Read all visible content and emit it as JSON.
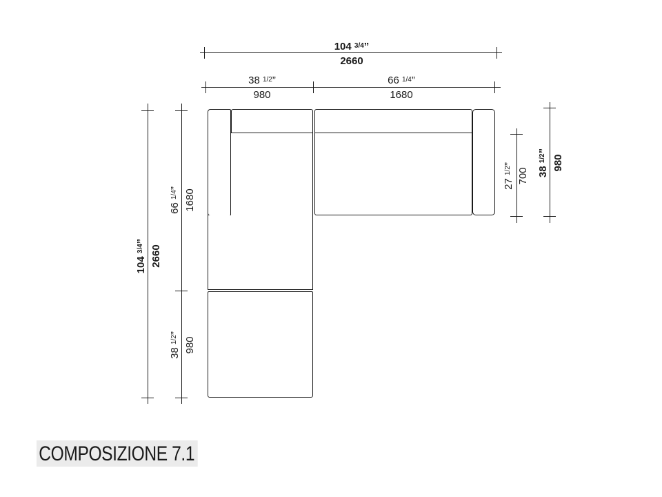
{
  "diagram": {
    "title": "COMPOSIZIONE 7.1",
    "units": {
      "metric": "mm",
      "imperial": "inches"
    },
    "dimensions": {
      "top_total": {
        "inches_whole": "104",
        "inches_frac": "3/4",
        "mm": "2660"
      },
      "top_left": {
        "inches_whole": "38",
        "inches_frac": "1/2",
        "mm": "980"
      },
      "top_right": {
        "inches_whole": "66",
        "inches_frac": "1/4",
        "mm": "1680"
      },
      "left_total": {
        "inches_whole": "104",
        "inches_frac": "3/4",
        "mm": "2660"
      },
      "left_upper": {
        "inches_whole": "66",
        "inches_frac": "1/4",
        "mm": "1680"
      },
      "left_lower": {
        "inches_whole": "38",
        "inches_frac": "1/2",
        "mm": "980"
      },
      "right_seat": {
        "inches_whole": "27",
        "inches_frac": "1/2",
        "mm": "700"
      },
      "right_depth": {
        "inches_whole": "38",
        "inches_frac": "1/2",
        "mm": "980"
      }
    },
    "modules": [
      {
        "name": "left-armrest"
      },
      {
        "name": "corner-backrest"
      },
      {
        "name": "corner-seat"
      },
      {
        "name": "chaise-seat"
      },
      {
        "name": "right-backrest"
      },
      {
        "name": "right-seat"
      },
      {
        "name": "right-armrest"
      }
    ]
  }
}
